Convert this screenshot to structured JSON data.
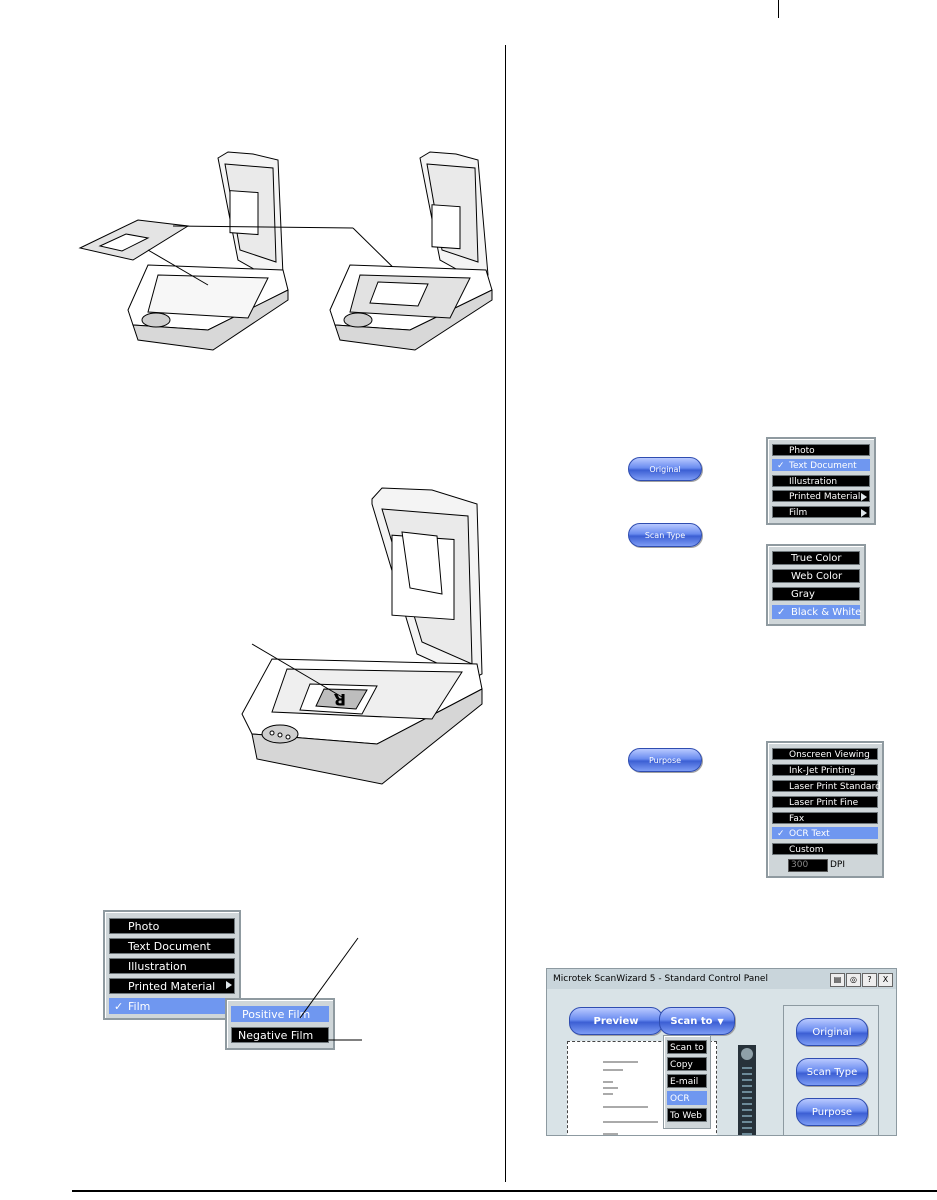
{
  "original_menu_large": {
    "items": [
      "Photo",
      "Text Document",
      "Illustration",
      "Printed Material",
      "Film"
    ],
    "selected": "Film",
    "submenu": [
      "Positive Film",
      "Negative Film"
    ],
    "submenu_selected": "Positive Film"
  },
  "buttons": {
    "original": "Original",
    "scan_type": "Scan Type",
    "purpose": "Purpose"
  },
  "original_menu": {
    "items": [
      "Photo",
      "Text Document",
      "Illustration",
      "Printed Material",
      "Film"
    ],
    "selected": "Text Document"
  },
  "scan_type_menu": {
    "items": [
      "True Color",
      "Web Color",
      "Gray",
      "Black & White"
    ],
    "selected": "Black & White"
  },
  "purpose_menu": {
    "items": [
      "Onscreen Viewing",
      "Ink-Jet Printing",
      "Laser Print Standard",
      "Laser Print Fine",
      "Fax",
      "OCR Text",
      "Custom"
    ],
    "selected": "OCR Text",
    "dpi_value": "300",
    "dpi_unit": "DPI"
  },
  "control_panel": {
    "title": "Microtek ScanWizard 5 - Standard Control Panel",
    "help_button": "?",
    "close_button": "X",
    "preview": "Preview",
    "scan_to": "Scan to",
    "scan_to_menu": [
      "Scan to",
      "Copy",
      "E-mail",
      "OCR",
      "To Web"
    ],
    "scan_to_selected": "OCR",
    "original": "Original",
    "scan_type": "Scan Type",
    "purpose": "Purpose"
  },
  "colors": {
    "menu_item_bg": "#000000",
    "menu_selected_bg": "#6f97f0",
    "button_blue": "#4a6ddc"
  }
}
